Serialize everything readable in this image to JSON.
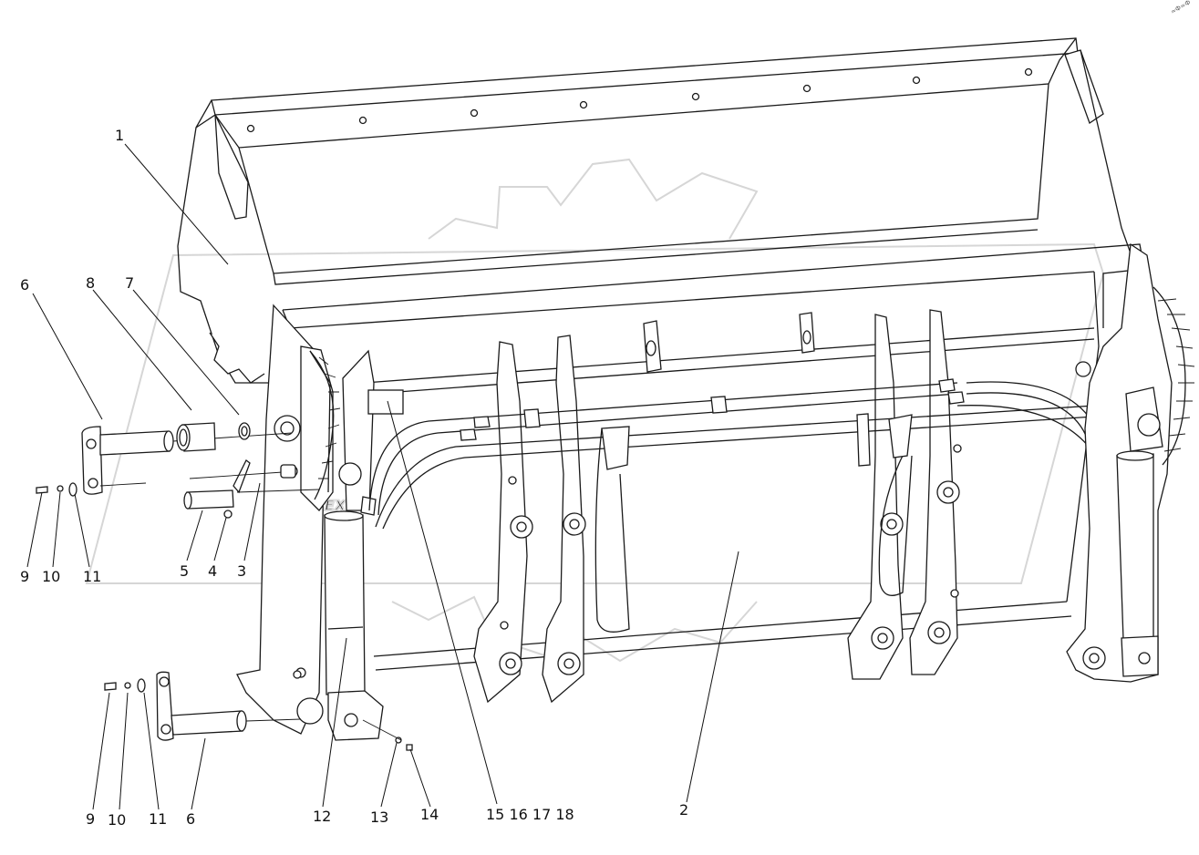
{
  "drawing": {
    "corner_mark": "≈Ф≈Ф",
    "watermark_text": "OREX",
    "callouts": [
      {
        "id": "c1",
        "label": "1"
      },
      {
        "id": "c6a",
        "label": "6"
      },
      {
        "id": "c8",
        "label": "8"
      },
      {
        "id": "c7",
        "label": "7"
      },
      {
        "id": "c9a",
        "label": "9"
      },
      {
        "id": "c10a",
        "label": "10"
      },
      {
        "id": "c11a",
        "label": "11"
      },
      {
        "id": "c5",
        "label": "5"
      },
      {
        "id": "c4",
        "label": "4"
      },
      {
        "id": "c3",
        "label": "3"
      },
      {
        "id": "c9b",
        "label": "9"
      },
      {
        "id": "c10b",
        "label": "10"
      },
      {
        "id": "c11b",
        "label": "11"
      },
      {
        "id": "c6b",
        "label": "6"
      },
      {
        "id": "c12",
        "label": "12"
      },
      {
        "id": "c13",
        "label": "13"
      },
      {
        "id": "c14",
        "label": "14"
      },
      {
        "id": "c15",
        "label": "15 16 17 18"
      },
      {
        "id": "c2",
        "label": "2"
      }
    ]
  }
}
